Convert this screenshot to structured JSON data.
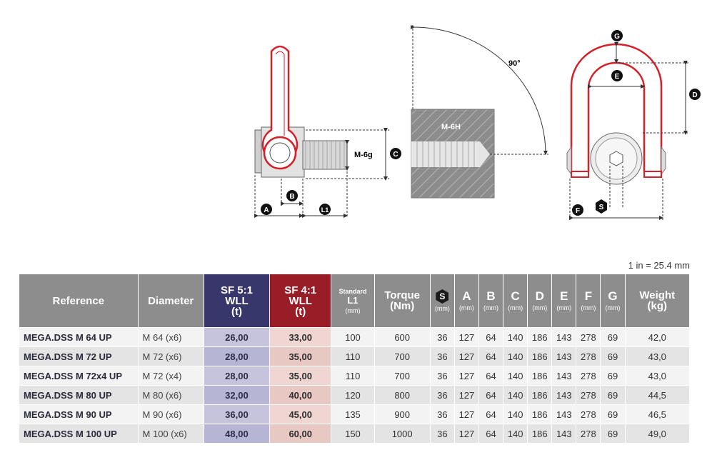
{
  "drawing": {
    "thread_ext": "M-6g",
    "thread_int": "M-6H",
    "angle": "90°",
    "dims": {
      "A": "A",
      "B": "B",
      "C": "C",
      "D": "D",
      "E": "E",
      "F": "F",
      "G": "G",
      "L1": "L1",
      "S": "S"
    }
  },
  "unit_note": "1 in = 25.4 mm",
  "table": {
    "headers": {
      "reference": "Reference",
      "diameter": "Diameter",
      "sf5": [
        "SF 5:1",
        "WLL",
        "(t)"
      ],
      "sf4": [
        "SF 4:1",
        "WLL",
        "(t)"
      ],
      "standard": "Standard",
      "l1": "L1",
      "torque": [
        "Torque",
        "(Nm)"
      ],
      "s": "S",
      "a": "A",
      "b": "B",
      "c": "C",
      "d": "D",
      "e": "E",
      "f": "F",
      "g": "G",
      "mm": "(mm)",
      "weight": [
        "Weight",
        "(kg)"
      ]
    },
    "rows": [
      {
        "ref": "MEGA.DSS M 64 UP",
        "dia": "M 64 (x6)",
        "sf5": "26,00",
        "sf4": "33,00",
        "l1": "100",
        "torque": "600",
        "s": "36",
        "a": "127",
        "b": "64",
        "c": "140",
        "d": "186",
        "e": "143",
        "f": "278",
        "g": "69",
        "weight": "42,0"
      },
      {
        "ref": "MEGA.DSS M 72 UP",
        "dia": "M 72 (x6)",
        "sf5": "28,00",
        "sf4": "35,00",
        "l1": "110",
        "torque": "700",
        "s": "36",
        "a": "127",
        "b": "64",
        "c": "140",
        "d": "186",
        "e": "143",
        "f": "278",
        "g": "69",
        "weight": "43,0"
      },
      {
        "ref": "MEGA.DSS M 72x4 UP",
        "dia": "M 72 (x4)",
        "sf5": "28,00",
        "sf4": "35,00",
        "l1": "110",
        "torque": "700",
        "s": "36",
        "a": "127",
        "b": "64",
        "c": "140",
        "d": "186",
        "e": "143",
        "f": "278",
        "g": "69",
        "weight": "43,0"
      },
      {
        "ref": "MEGA.DSS M 80 UP",
        "dia": "M 80 (x6)",
        "sf5": "32,00",
        "sf4": "40,00",
        "l1": "120",
        "torque": "800",
        "s": "36",
        "a": "127",
        "b": "64",
        "c": "140",
        "d": "186",
        "e": "143",
        "f": "278",
        "g": "69",
        "weight": "44,5"
      },
      {
        "ref": "MEGA.DSS M 90 UP",
        "dia": "M 90 (x6)",
        "sf5": "36,00",
        "sf4": "45,00",
        "l1": "135",
        "torque": "900",
        "s": "36",
        "a": "127",
        "b": "64",
        "c": "140",
        "d": "186",
        "e": "143",
        "f": "278",
        "g": "69",
        "weight": "46,5"
      },
      {
        "ref": "MEGA.DSS M 100 UP",
        "dia": "M 100 (x6)",
        "sf5": "48,00",
        "sf4": "60,00",
        "l1": "150",
        "torque": "1000",
        "s": "36",
        "a": "127",
        "b": "64",
        "c": "140",
        "d": "186",
        "e": "143",
        "f": "278",
        "g": "69",
        "weight": "49,0"
      }
    ]
  }
}
